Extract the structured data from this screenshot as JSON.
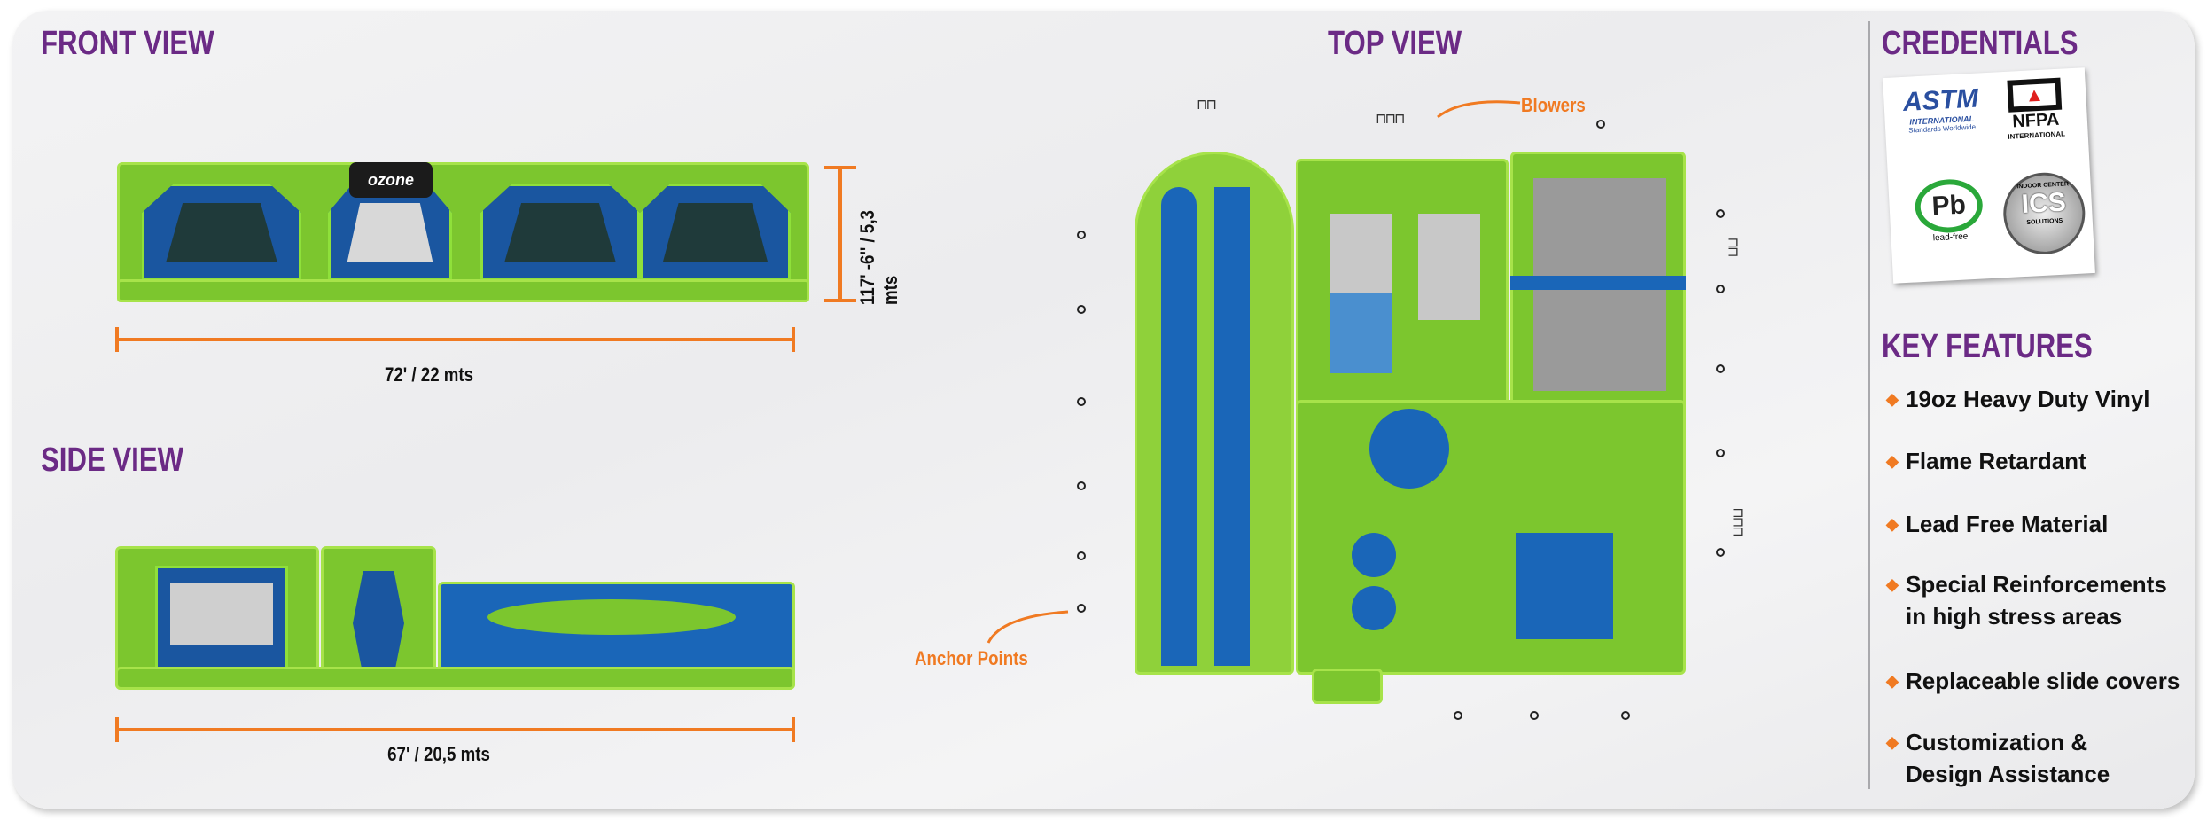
{
  "front_view": {
    "title": "FRONT VIEW",
    "height_label": "117' -6'' / 5,3 mts",
    "width_label": "72' / 22 mts",
    "brand_logo": "ozone"
  },
  "side_view": {
    "title": "SIDE VIEW",
    "width_label": "67' / 20,5 mts"
  },
  "top_view": {
    "title": "TOP VIEW",
    "blowers_label": "Blowers",
    "anchor_label": "Anchor Points"
  },
  "credentials": {
    "title": "CREDENTIALS",
    "logos": [
      {
        "name": "ASTM",
        "text": "ASTM",
        "sub": "INTERNATIONAL",
        "sub2": "Standards Worldwide"
      },
      {
        "name": "NFPA",
        "text": "NFPA",
        "sub": "INTERNATIONAL"
      },
      {
        "name": "Lead Free",
        "text": "Pb",
        "sub": "lead-free"
      },
      {
        "name": "ICS",
        "text": "ICS",
        "sub": "INDOOR CENTER",
        "sub2": "SOLUTIONS"
      }
    ]
  },
  "key_features": {
    "title": "KEY FEATURES",
    "items": [
      {
        "line1": "19oz Heavy Duty Vinyl"
      },
      {
        "line1": "Flame Retardant"
      },
      {
        "line1": "Lead Free Material"
      },
      {
        "line1": "Special Reinforcements",
        "line2": "in high stress areas"
      },
      {
        "line1": "Replaceable slide covers"
      },
      {
        "line1": "Customization &",
        "line2": "Design Assistance"
      }
    ]
  },
  "colors": {
    "title": "#6b2a85",
    "accent": "#f07a22",
    "green": "#7cc62e",
    "blue": "#1a56a0"
  }
}
